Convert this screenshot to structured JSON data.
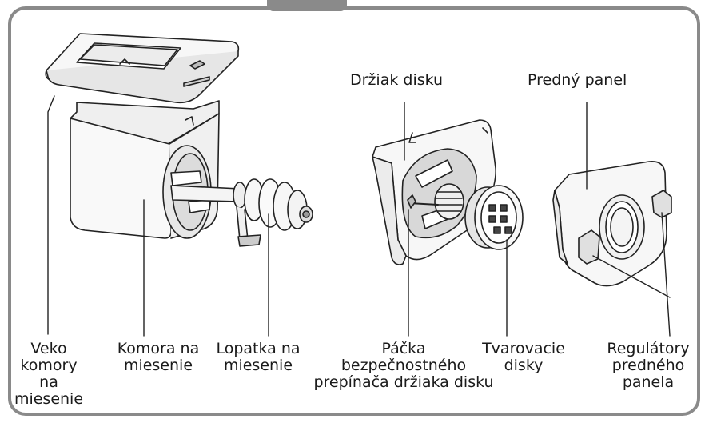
{
  "labels": {
    "drziak_disku": "Držiak disku",
    "predny_panel": "Predný panel",
    "veko": "Veko\nkomory na\nmiesenie",
    "komora": "Komora na\nmiesenie",
    "lopatka": "Lopatka na\nmiesenie",
    "packa": "Páčka\nbezpečnostného\nprepínača držiaka disku",
    "tvarovacie": "Tvarovacie\ndisky",
    "regulatory": "Regulátory\npredného\npanela"
  }
}
